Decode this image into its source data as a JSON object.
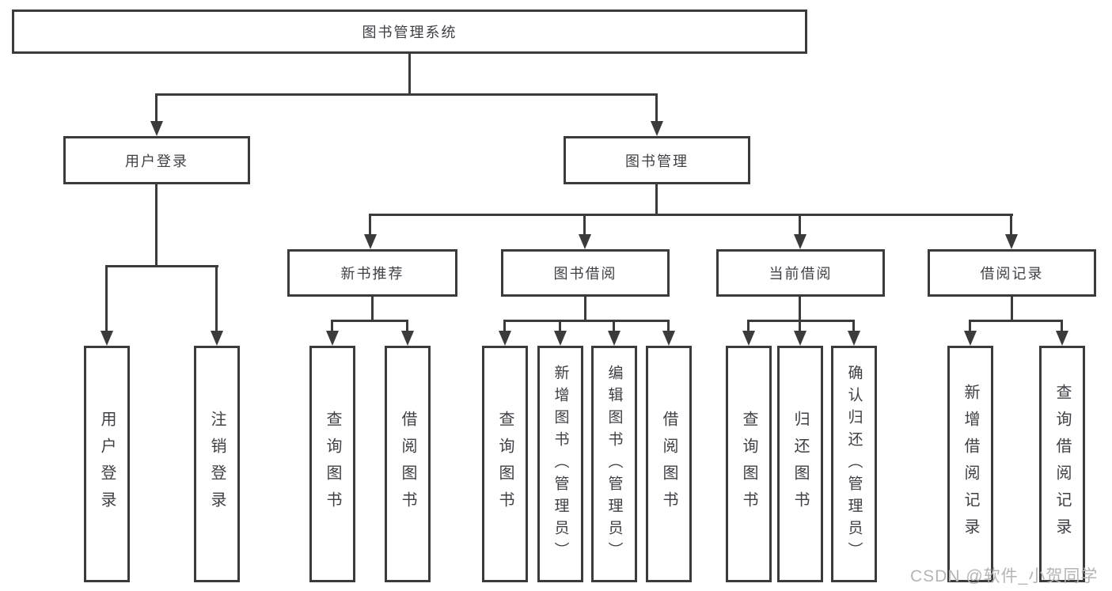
{
  "diagram": {
    "root": {
      "label": "图书管理系统"
    },
    "level2": [
      {
        "label": "用户登录"
      },
      {
        "label": "图书管理"
      }
    ],
    "level3": [
      {
        "label": "新书推荐"
      },
      {
        "label": "图书借阅"
      },
      {
        "label": "当前借阅"
      },
      {
        "label": "借阅记录"
      }
    ],
    "leaves": [
      {
        "label": "用户登录"
      },
      {
        "label": "注销登录"
      },
      {
        "label": "查询图书"
      },
      {
        "label": "借阅图书"
      },
      {
        "label": "查询图书"
      },
      {
        "label": "新增图书（管理员）"
      },
      {
        "label": "编辑图书（管理员）"
      },
      {
        "label": "借阅图书"
      },
      {
        "label": "查询图书"
      },
      {
        "label": "归还图书"
      },
      {
        "label": "确认归还（管理员）"
      },
      {
        "label": "新增借阅记录"
      },
      {
        "label": "查询借阅记录"
      }
    ],
    "watermark": "CSDN @软件_小贺同学",
    "colors": {
      "line": "#3b3b3b",
      "text": "#3f3f46",
      "background": "#ffffff",
      "watermark": "#b5b5b5"
    }
  }
}
